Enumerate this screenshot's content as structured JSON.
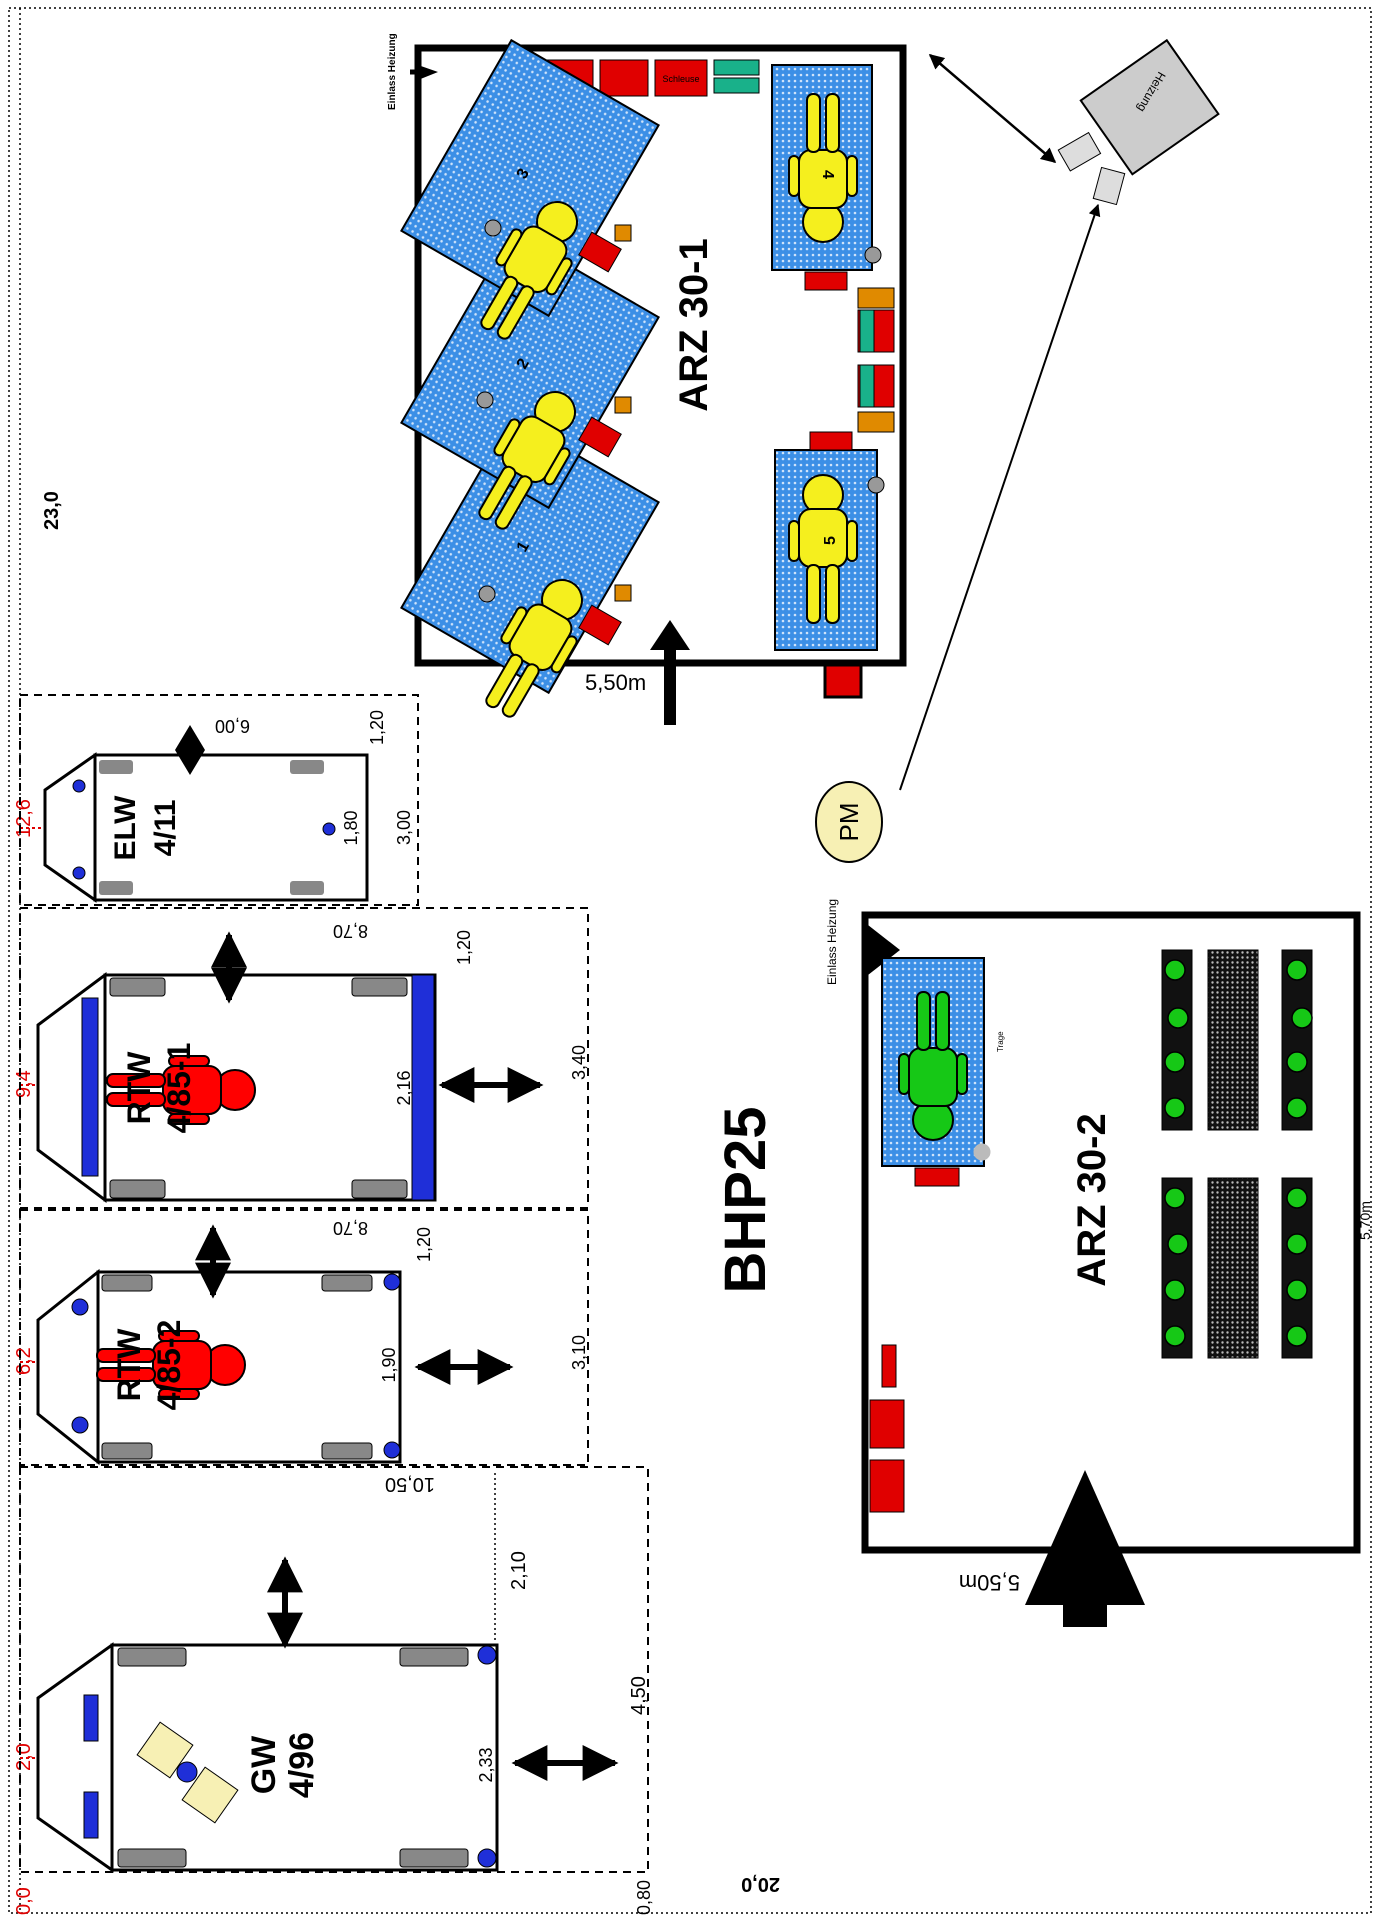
{
  "title": "BHP25",
  "dimensions": {
    "area_width": "23,0",
    "area_depth": "20,0",
    "offset_bottom": "0,80",
    "axis_start": "0,0",
    "elw_pos": "12,6",
    "rtw1_pos": "9,4",
    "rtw2_pos": "6,2",
    "gw_pos": "2,0",
    "arz1_width": "5,50m",
    "arz2_width": "5,50m",
    "arz2_side": "5,70m"
  },
  "vehicles": [
    {
      "id": "elw",
      "name": "ELW",
      "number": "4/11",
      "width": "1,80",
      "length": "6,00",
      "gap": "1,20",
      "space": "3,00"
    },
    {
      "id": "rtw1",
      "name": "RTW",
      "number": "4/85-1",
      "width": "2,16",
      "length": "8,70",
      "gap": "1,20",
      "space": "3,40"
    },
    {
      "id": "rtw2",
      "name": "RTW",
      "number": "4/85-2",
      "width": "1,90",
      "length": "8,70",
      "gap": "1,20",
      "space": "3,10"
    },
    {
      "id": "gw",
      "name": "GW",
      "number": "4/96",
      "width": "2,33",
      "length": "10,50",
      "gap": "2,10",
      "space": "4,50"
    }
  ],
  "arz1": {
    "label": "ARZ 30-1",
    "inlet": "Einlass Heizung",
    "cabinets": [
      "",
      "",
      "",
      "Schleuse"
    ],
    "patients": [
      "1",
      "2",
      "3",
      "4",
      "5"
    ]
  },
  "arz2": {
    "label": "ARZ 30-2",
    "inlet": "Einlass Heizung",
    "stretcher": "Trage"
  },
  "heater": {
    "label": "Heizung"
  },
  "pm": {
    "label": "PM"
  },
  "colors": {
    "blanket": "#3c8fe6",
    "patient_red": "#ff0000",
    "patient_yellow": "#f5ef1e",
    "patient_green": "#16c816",
    "light_blue": "#1f2fd8",
    "marker_red": "#e00000"
  }
}
